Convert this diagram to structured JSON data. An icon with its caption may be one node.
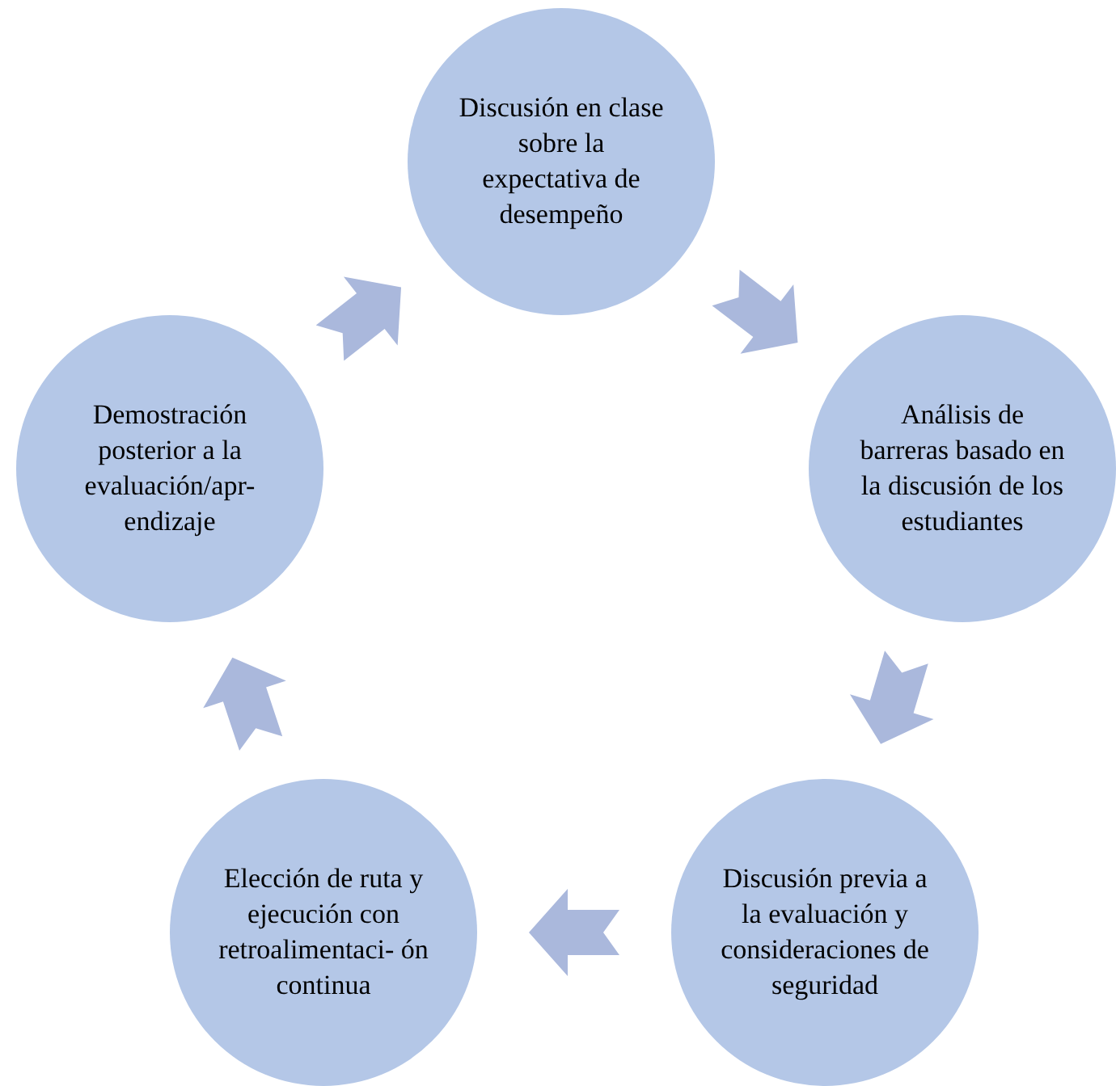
{
  "diagram": {
    "nodes": [
      {
        "text": [
          "Discusión en clase sobre la expectativa de desempeño"
        ]
      },
      {
        "text": [
          "Análisis de barreras basado en la discusión de los estudiantes"
        ]
      },
      {
        "text": [
          "Discusión previa a la evaluación y consideraciones de seguridad"
        ]
      },
      {
        "text": [
          "Elección de ruta y ejecución con retroalimentaci- ón continua"
        ]
      },
      {
        "text": [
          "Demostración posterior a la evaluación/apr- endizaje"
        ]
      }
    ],
    "edges": [
      {
        "from": 0,
        "to": 1,
        "arrow": "to"
      },
      {
        "from": 1,
        "to": 2,
        "arrow": "to"
      },
      {
        "from": 2,
        "to": 3,
        "arrow": "to"
      },
      {
        "from": 3,
        "to": 4,
        "arrow": "to"
      },
      {
        "from": 4,
        "to": 0,
        "arrow": "to"
      }
    ]
  }
}
